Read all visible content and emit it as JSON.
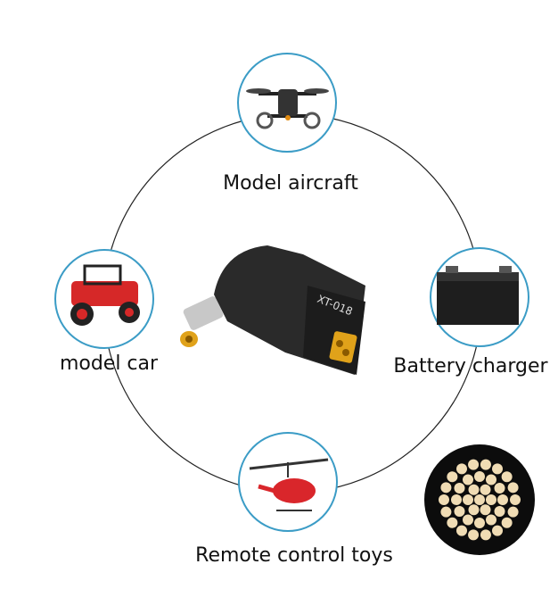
{
  "product": {
    "model_label": "XT-018"
  },
  "applications": [
    {
      "label": "Model aircraft",
      "icon": "drone-icon"
    },
    {
      "label": "model car",
      "icon": "jeep-icon"
    },
    {
      "label": "Battery charger",
      "icon": "battery-icon"
    },
    {
      "label": "Remote control toys",
      "icon": "helicopter-icon"
    }
  ],
  "colors": {
    "ring": "#3b9cc6",
    "connector": "#2a2a2a",
    "gold": "#e0a21a"
  }
}
